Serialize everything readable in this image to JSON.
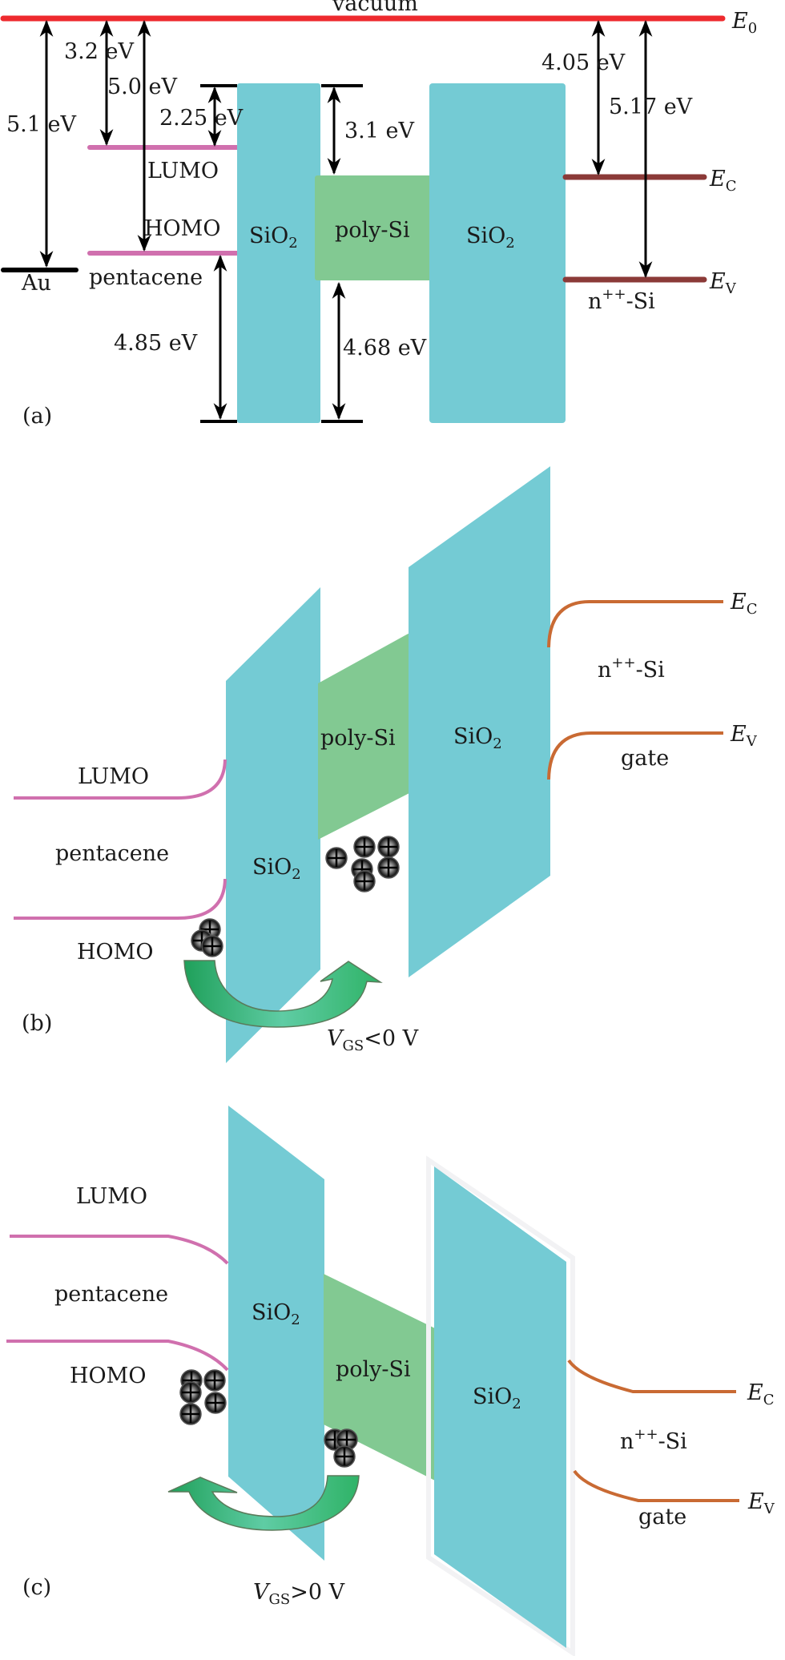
{
  "colors": {
    "vacuum_line": "#ee2a2e",
    "pentacene_level": "#d070ae",
    "sio2": "#74cbd4",
    "sio2_edge": "#7fd3dc",
    "poly_si": "#82c992",
    "si_band_a": "#8b3a38",
    "si_band_bc": "#c96a33",
    "arrow_green": "#2eb35f",
    "outline_gray": "#f2f2f4",
    "ink": "#000000"
  },
  "panel_a": {
    "tag": "(a)",
    "vacuum_label": "vacuum",
    "e0_label": {
      "main": "E",
      "sub": "0"
    },
    "ec_label": {
      "main": "E",
      "sub": "C"
    },
    "ev_label": {
      "main": "E",
      "sub": "V"
    },
    "au_label": "Au",
    "lumo_label": "LUMO",
    "homo_label": "HOMO",
    "pentacene_label": "pentacene",
    "sio2_left_label": {
      "main": "SiO",
      "sub": "2"
    },
    "sio2_right_label": {
      "main": "SiO",
      "sub": "2"
    },
    "poly_si_label": "poly-Si",
    "n_si_label": {
      "main": "n",
      "sup": "++",
      "rest": "-Si"
    },
    "energies": {
      "au_workfunction": "5.1 eV",
      "pentacene_lumo": "3.2 eV",
      "pentacene_homo": "5.0 eV",
      "sio2_barrier_lumo": "2.25 eV",
      "sio2_barrier_homo": "4.85 eV",
      "poly_si_top": "3.1 eV",
      "poly_si_bottom": "4.68 eV",
      "si_electron_affinity": "4.05 eV",
      "si_valence": "5.17 eV"
    }
  },
  "panel_b": {
    "tag": "(b)",
    "lumo_label": "LUMO",
    "homo_label": "HOMO",
    "pentacene_label": "pentacene",
    "sio2_left_label": {
      "main": "SiO",
      "sub": "2"
    },
    "sio2_right_label": {
      "main": "SiO",
      "sub": "2"
    },
    "poly_si_label": "poly-Si",
    "n_si_label": {
      "main": "n",
      "sup": "++",
      "rest": "-Si"
    },
    "gate_label": "gate",
    "ec_label": {
      "main": "E",
      "sub": "C"
    },
    "ev_label": {
      "main": "E",
      "sub": "V"
    },
    "bias_label": {
      "main": "V",
      "sub": "GS",
      "rest": "<0 V"
    },
    "charge_flow": "pentacene → poly-Si (holes injected)"
  },
  "panel_c": {
    "tag": "(c)",
    "lumo_label": "LUMO",
    "homo_label": "HOMO",
    "pentacene_label": "pentacene",
    "sio2_left_label": {
      "main": "SiO",
      "sub": "2"
    },
    "sio2_right_label": {
      "main": "SiO",
      "sub": "2"
    },
    "poly_si_label": "poly-Si",
    "n_si_label": {
      "main": "n",
      "sup": "++",
      "rest": "-Si"
    },
    "gate_label": "gate",
    "ec_label": {
      "main": "E",
      "sub": "C"
    },
    "ev_label": {
      "main": "E",
      "sub": "V"
    },
    "bias_label": {
      "main": "V",
      "sub": "GS",
      "rest": ">0 V"
    },
    "charge_flow": "poly-Si → pentacene (holes released)"
  }
}
